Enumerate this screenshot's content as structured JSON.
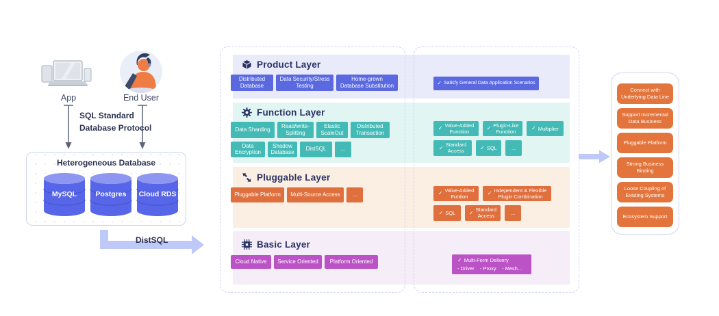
{
  "left": {
    "app_label": "App",
    "end_user_label": "End User",
    "protocol_label": "SQL Standard\nDatabase Protocol",
    "db_box_title": "Heterogeneous Database",
    "databases": [
      "MySQL",
      "Postgres",
      "Cloud RDS"
    ],
    "distsql_label": "DistSQL"
  },
  "layers": {
    "product": {
      "title": "Product Layer",
      "icon": "cube-icon",
      "accent": "#5a69e0",
      "band_bg": "#e9ebfa",
      "features": [
        "Distributed\nDatabase",
        "Data Security/Stress\nTesting",
        "Home-grown\nDatabase Substitution"
      ],
      "benefits": [
        "Satisfy General Data Application Scenarios"
      ]
    },
    "function": {
      "title": "Function Layer",
      "icon": "gear-icon",
      "accent": "#43bab5",
      "band_bg": "#e1f5f3",
      "features": [
        "Data Sharding",
        "Read/write-\nSplitting",
        "Elastic\nScaleOut",
        "Distributed\nTransaction",
        "Data\nEncryption",
        "Shadow\nDatabase",
        "DistSQL",
        "..."
      ],
      "benefits": [
        "Value-Added\nFunction",
        "Plugin-Like\nFunction",
        "Multiplier",
        "Standard\nAccess",
        "SQL",
        "..."
      ]
    },
    "pluggable": {
      "title": "Pluggable Layer",
      "icon": "plug-icon",
      "accent": "#df6f3d",
      "band_bg": "#fbeee2",
      "features": [
        "Pluggable Platform",
        "Multi-Source Access",
        "..."
      ],
      "benefits": [
        "Value-Added\nFuntion",
        "Independent & Flexible\nPlugin Combination",
        "SQL",
        "Standard\nAccess",
        "..."
      ]
    },
    "basic": {
      "title": "Basic Layer",
      "icon": "chip-icon",
      "accent": "#bb53c6",
      "band_bg": "#f5edf7",
      "features": [
        "Cloud Native",
        "Service Oriented",
        "Platform Oriented"
      ],
      "benefit_title": "Multi-Form Delivery",
      "benefit_detail": "- Driver    - Proxy    - Mesh..."
    }
  },
  "right_panel": {
    "items": [
      "Connect with\nUnderlying Data Line",
      "Support Incremental\nData Business",
      "Pluggable Platform",
      "Strong Business\nBinding",
      "Loose Coupling of\nExisting Systems",
      "Ecosystem Support"
    ]
  },
  "colors": {
    "arrow": "#bfc9f7",
    "cylinder": "#5766e8",
    "dashed_border": "#ced3f5",
    "title_text": "#2b3366"
  }
}
